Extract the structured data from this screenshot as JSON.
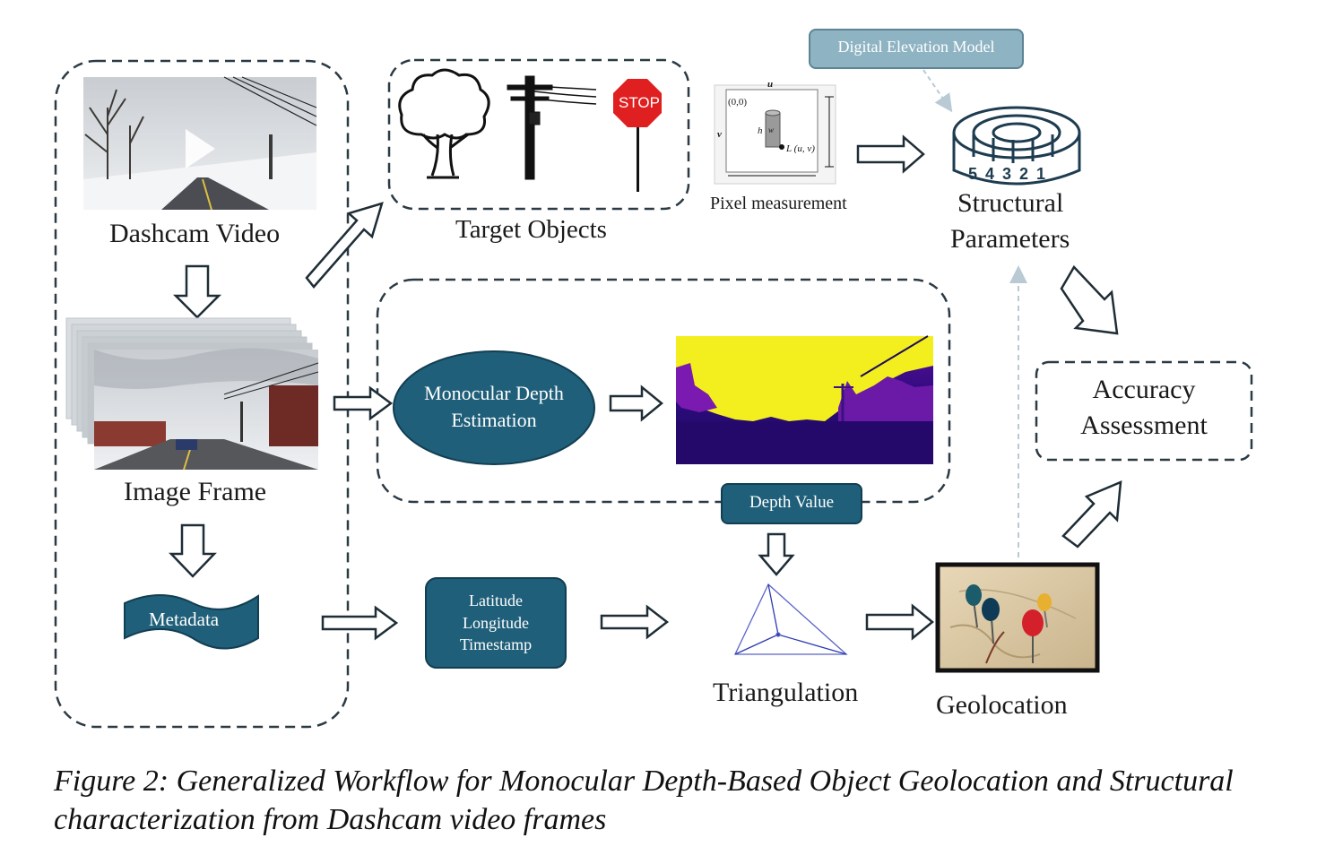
{
  "nodes": {
    "dashcam_video": "Dashcam Video",
    "image_frame": "Image Frame",
    "metadata": "Metadata",
    "target_objects": "Target Objects",
    "stop_sign": "STOP",
    "pixel_measurement": "Pixel measurement",
    "pixel_axis_u": "u",
    "pixel_axis_v": "v",
    "pixel_origin": "(0,0)",
    "pixel_h": "h",
    "pixel_w": "w",
    "pixel_point": "L (u, v)",
    "digital_elevation_model": "Digital Elevation Model",
    "structural_parameters_1": "Structural",
    "structural_parameters_2": "Parameters",
    "tape_numbers": "5 4 3 2 1",
    "monocular_depth_1": "Monocular Depth",
    "monocular_depth_2": "Estimation",
    "depth_value": "Depth Value",
    "lat": "Latitude",
    "lon": "Longitude",
    "timestamp": "Timestamp",
    "triangulation": "Triangulation",
    "geolocation": "Geolocation",
    "accuracy_1": "Accuracy",
    "accuracy_2": "Assessment"
  },
  "caption": {
    "line1": "Figure 2: Generalized Workflow for Monocular Depth-Based Object Geolocation and Structural",
    "line2": "characterization from Dashcam video frames"
  },
  "colors": {
    "node_fill": "#1f5f79",
    "node_border": "#123e52",
    "dem_fill": "#8eb3c2",
    "dashed": "#2b3a44",
    "depth_yellow": "#f3ef1e",
    "depth_purple": "#3a0d8f"
  }
}
